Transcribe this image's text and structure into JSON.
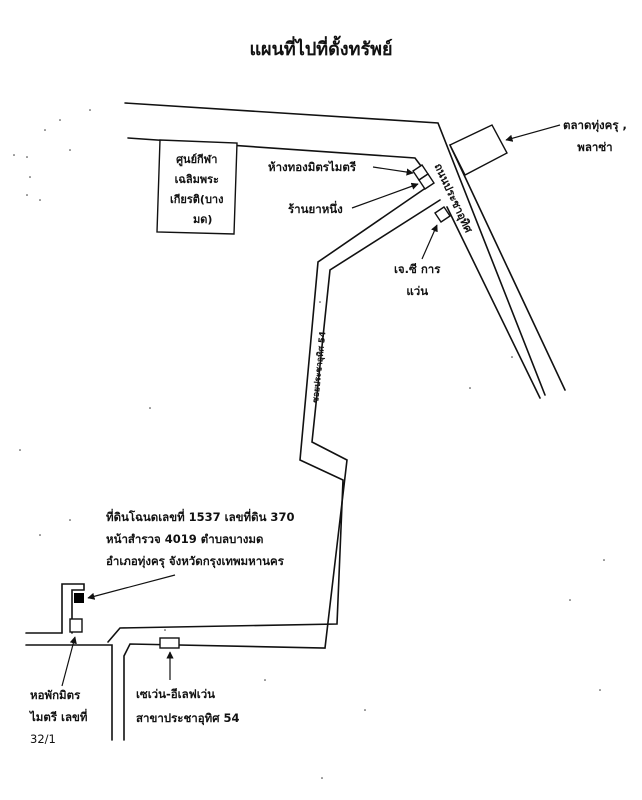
{
  "title": "แผนที่ไปที่ดั้งทรัพย์",
  "colors": {
    "ink": "#111111",
    "paper": "#ffffff",
    "property_marker": "#000000"
  },
  "roads": {
    "main_road": "ถนนประชาอุทิศ",
    "soi": "ซอยประชาอุทิศ 54"
  },
  "landmarks": {
    "sports_center": [
      "ศูนย์กีฬา",
      "เฉลิมพระ",
      "เกียรติ(บาง",
      "มด)"
    ],
    "gold_shop": "ห้างทองมิตรไมตรี",
    "pharmacy": "ร้านยาหนึ่ง",
    "market": [
      "ตลาดทุ่งครุ ,",
      "พลาซ่า"
    ],
    "optical": [
      "เจ.ซี การ",
      "แว่น"
    ],
    "seven_eleven": [
      "เซเว่น-อีเลฟเว่น",
      "สาขาประชาอุทิศ 54"
    ],
    "dormitory": [
      "หอพักมิตร",
      "ไมตรี เลขที่",
      "32/1"
    ]
  },
  "property": {
    "lines": [
      "ที่ดินโฉนดเลขที่ 1537 เลขที่ดิน 370",
      "หน้าสำรวจ 4019 ตำบลบางมด",
      "อำเภอทุ่งครุ จังหวัดกรุงเทพมหานคร"
    ]
  }
}
